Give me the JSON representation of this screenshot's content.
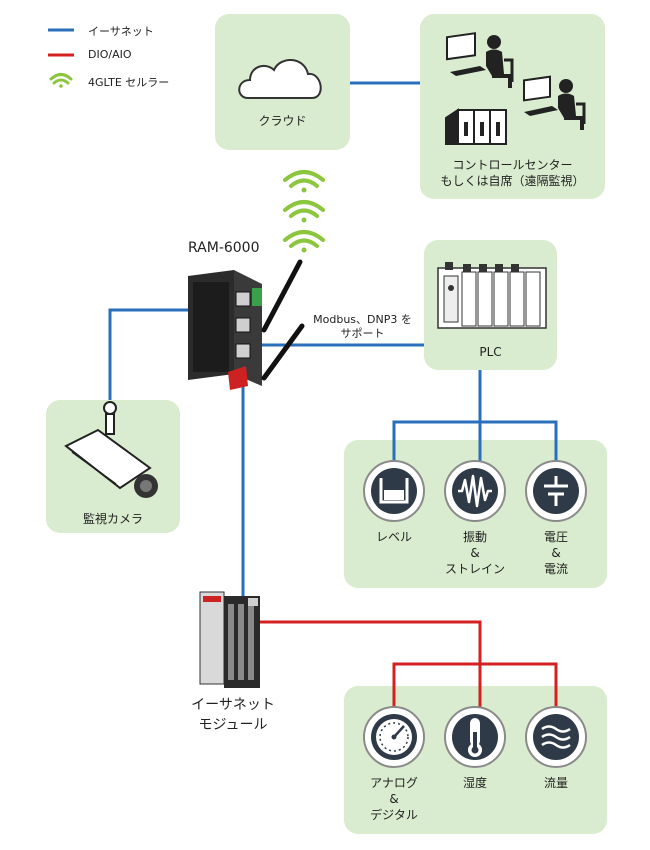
{
  "legend": [
    {
      "label": "イーサネット",
      "color": "#2a6fbb"
    },
    {
      "label": "DIO/AIO",
      "color": "#d42020"
    },
    {
      "label": "4GLTE セルラー",
      "color": "#8cc63f"
    }
  ],
  "cloud": {
    "label": "クラウド",
    "icon": "cloud-icon"
  },
  "control_center": {
    "line1": "コントロールセンター",
    "line2": "もしくは自席（遠隔監視）",
    "icon": "operators-icon"
  },
  "gateway": {
    "title": "RAM-6000"
  },
  "protocol_note": {
    "line1": "Modbus、DNP3 を",
    "line2": "サポート"
  },
  "plc": {
    "label": "PLC",
    "icon": "plc-icon"
  },
  "camera": {
    "label": "監視カメラ",
    "icon": "security-camera-icon"
  },
  "plc_sensors": [
    {
      "lines": [
        "レベル"
      ],
      "icon": "level-icon"
    },
    {
      "lines": [
        "振動",
        "&",
        "ストレイン"
      ],
      "icon": "vibration-icon"
    },
    {
      "lines": [
        "電圧",
        "&",
        "電流"
      ],
      "icon": "voltage-icon"
    }
  ],
  "module": {
    "line1": "イーサネット",
    "line2": "モジュール"
  },
  "io_sensors": [
    {
      "lines": [
        "アナログ",
        "&",
        "デジタル"
      ],
      "icon": "gauge-icon"
    },
    {
      "lines": [
        "湿度"
      ],
      "icon": "thermometer-icon"
    },
    {
      "lines": [
        "流量"
      ],
      "icon": "flow-waves-icon"
    }
  ],
  "colors": {
    "ethernet": "#2a6fbb",
    "dio": "#d42020",
    "cellular": "#8cc63f",
    "panel": "#d9eccf"
  }
}
